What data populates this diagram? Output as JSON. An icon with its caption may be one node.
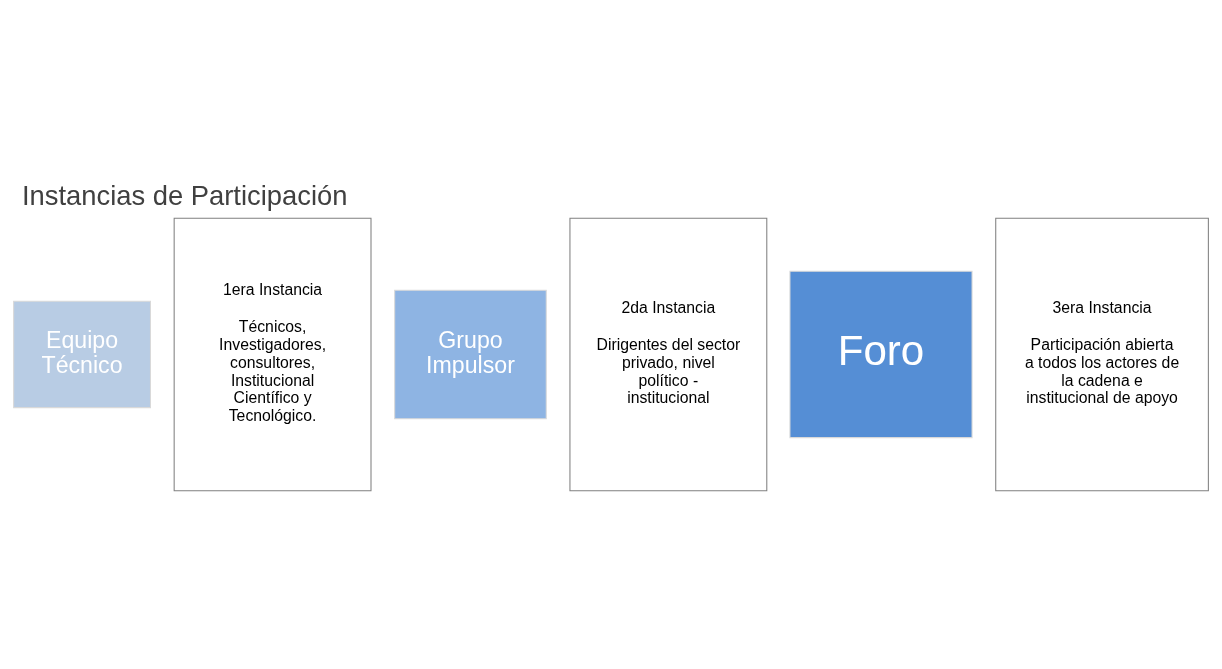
{
  "diagram": {
    "title": "Instancias de Participación",
    "nodes": [
      {
        "text": [
          "Equipo Técnico"
        ]
      },
      {
        "text": [
          "1era Instancia",
          "Técnicos, Investigadores, consultores, Institucional Científico y Tecnológico."
        ]
      },
      {
        "text": [
          "Grupo Impulsor"
        ]
      },
      {
        "text": [
          "2da Instancia",
          "Dirigentes del sector privado, nivel político - institucional"
        ]
      },
      {
        "text": [
          "Foro"
        ]
      },
      {
        "text": [
          "3era Instancia",
          "Participación abierta a todos los actores de la cadena e institucional de apoyo"
        ]
      }
    ],
    "edges": []
  }
}
